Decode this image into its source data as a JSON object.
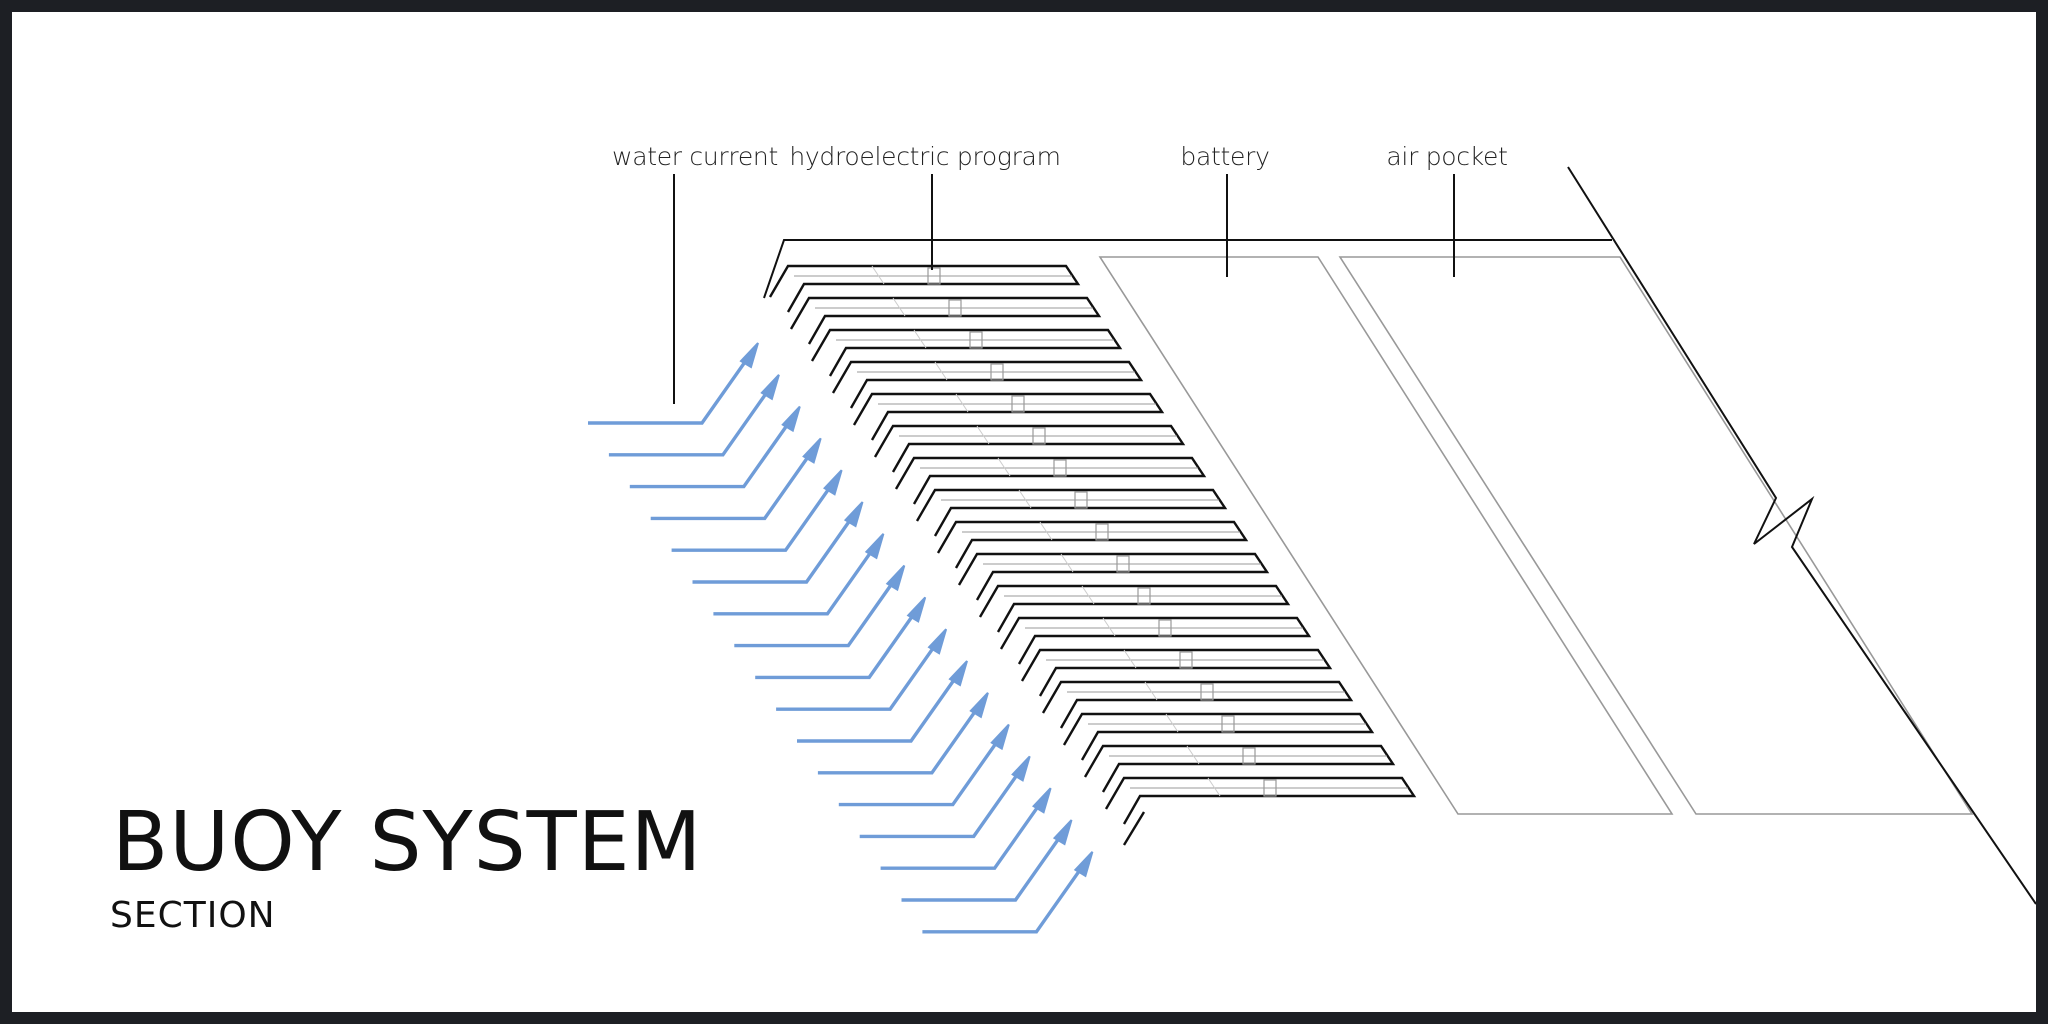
{
  "diagram": {
    "title": "BUOY SYSTEM",
    "subtitle": "SECTION",
    "labels": [
      {
        "id": "water-current",
        "text": "water current"
      },
      {
        "id": "hydroelectric-program",
        "text": "hydroelectric program"
      },
      {
        "id": "battery",
        "text": "battery"
      },
      {
        "id": "air-pocket",
        "text": "air pocket"
      }
    ],
    "turbine_fin_count": 17,
    "current_arrow_count": 17,
    "colors": {
      "arrow": "#6f9cd8",
      "outline": "#111111",
      "thin_line": "#999999",
      "background": "#ffffff",
      "border": "#1d1f24"
    }
  }
}
